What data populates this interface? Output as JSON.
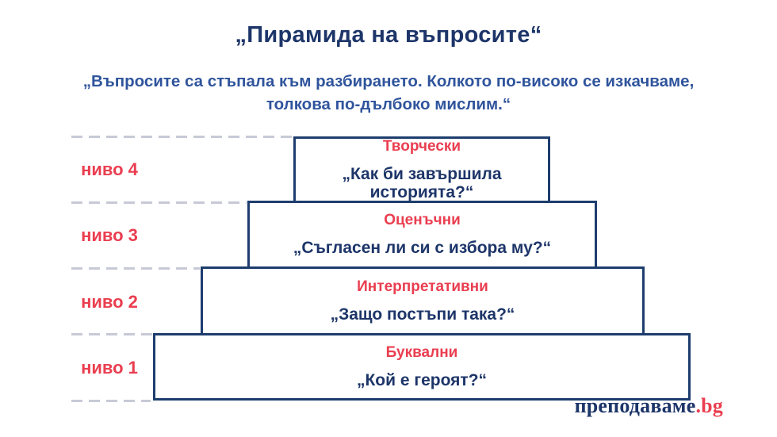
{
  "header": {
    "title": "„Пирамида на въпросите“",
    "subtitle_line1": "„Въпросите са стъпала към разбирането. Колкото по-високо се изкачваме,",
    "subtitle_line2": "толкова по-дълбоко мислим.“"
  },
  "pyramid": {
    "levels": [
      {
        "label": "ниво 4",
        "category": "Творчески",
        "question": "„Как би завършила историята?“"
      },
      {
        "label": "ниво 3",
        "category": "Оценъчни",
        "question": "„Съгласен ли си с избора му?“"
      },
      {
        "label": "ниво 2",
        "category": "Интерпретативни",
        "question": "„Защо постъпи така?“"
      },
      {
        "label": "ниво 1",
        "category": "Буквални",
        "question": "„Кой е героят?“"
      }
    ]
  },
  "footer": {
    "brand_name": "преподаваме",
    "brand_tld": ".bg"
  },
  "colors": {
    "navy_text": "#1d3569",
    "box_border": "#1e3d6e",
    "subtitle_blue": "#2f549c",
    "accent_red": "#ea3e50",
    "dash_gray": "#c7cad6"
  }
}
